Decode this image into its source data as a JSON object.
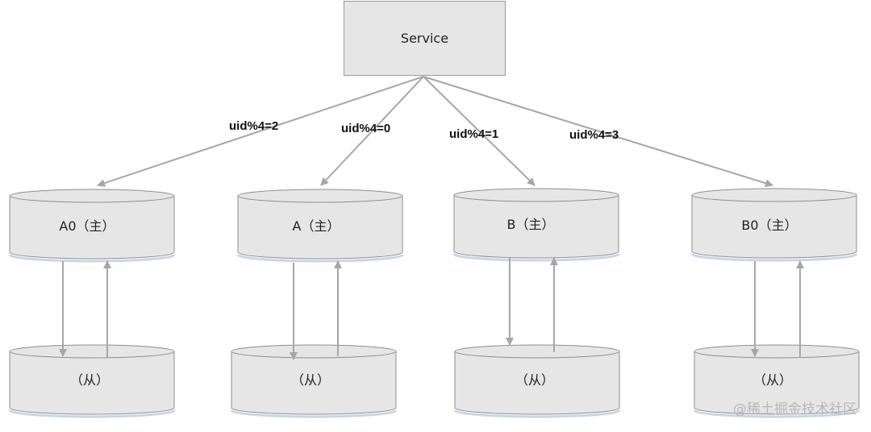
{
  "service": {
    "label": "Service"
  },
  "routes": [
    {
      "label": "uid%4=2",
      "target": "A0"
    },
    {
      "label": "uid%4=0",
      "target": "A"
    },
    {
      "label": "uid%4=1",
      "target": "B"
    },
    {
      "label": "uid%4=3",
      "target": "B0"
    }
  ],
  "masters": [
    {
      "label": "A0（主）"
    },
    {
      "label": "A（主）"
    },
    {
      "label": "B（主）"
    },
    {
      "label": "B0（主）"
    }
  ],
  "slaves": [
    {
      "label": "（从）"
    },
    {
      "label": "（从）"
    },
    {
      "label": "（从）"
    },
    {
      "label": "（从）"
    }
  ],
  "colors": {
    "cylinder_fill": "#e6e6e6",
    "cylinder_stroke": "#8e8e8e",
    "arrow": "#a6a6a6",
    "cylinder_shadow": "#c9d6e8"
  },
  "watermark": "@稀土掘金技术社区"
}
